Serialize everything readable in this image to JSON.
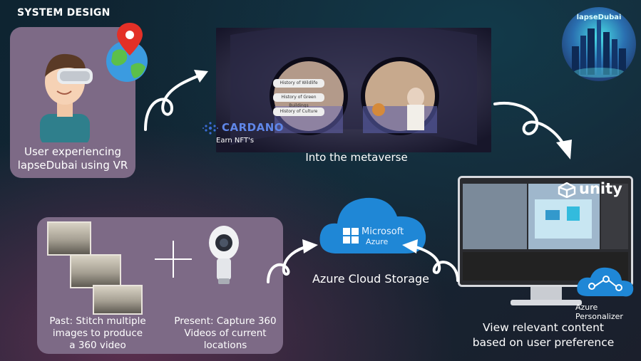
{
  "title": "SYSTEM DESIGN",
  "user_caption": [
    "User experiencing",
    "lapseDubai using VR"
  ],
  "logo_text": "lapseDubai",
  "vr_caption": "Into the metaverse",
  "cardano": {
    "label": "CARDANO",
    "sub": "Earn NFT's"
  },
  "vr_menu": [
    "History of Wildlife",
    "History of Green Buildings",
    "History of Culture"
  ],
  "azure": {
    "brand_line1": "Microsoft",
    "brand_line2": "Azure",
    "caption": "Azure Cloud Storage"
  },
  "unity_label": "unity",
  "personalizer_label": "Azure Personalizer",
  "monitor_caption": [
    "View relevant content",
    "based on user preference"
  ],
  "past_caption": [
    "Past: Stitch multiple",
    "images to produce",
    "a 360 video"
  ],
  "present_caption": [
    "Present: Capture 360",
    "Videos of current",
    "locations"
  ],
  "colors": {
    "card": "#7d6a86",
    "azure_cloud": "#1f87d6",
    "cardano": "#3d6bd6"
  },
  "icons": [
    "vr-user-icon",
    "globe-pin-icon",
    "camera-360-icon",
    "cloud-icon",
    "personalizer-icon",
    "unity-icon",
    "cardano-icon"
  ]
}
